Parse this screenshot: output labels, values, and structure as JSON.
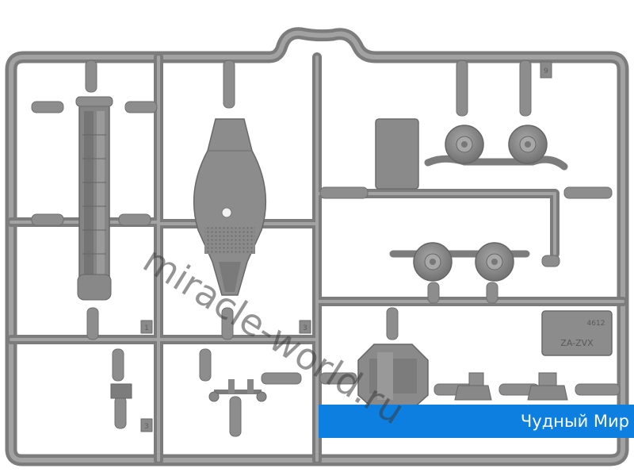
{
  "image": {
    "subject": "plastic-model-sprue",
    "colors": {
      "plastic": "#8e8e8e",
      "plastic_dark": "#6f6f6f",
      "plastic_light": "#a8a8a8",
      "background": "#ffffff",
      "banner": "#0d7fe0"
    }
  },
  "watermark": {
    "text": "miracle-world.ru"
  },
  "banner": {
    "text": "Чудный Мир"
  },
  "sprue_marks": {
    "plate_code": "ZA-ZVX",
    "plate_number": "4612",
    "gate_digits": [
      "1",
      "3",
      "3",
      "9"
    ]
  }
}
